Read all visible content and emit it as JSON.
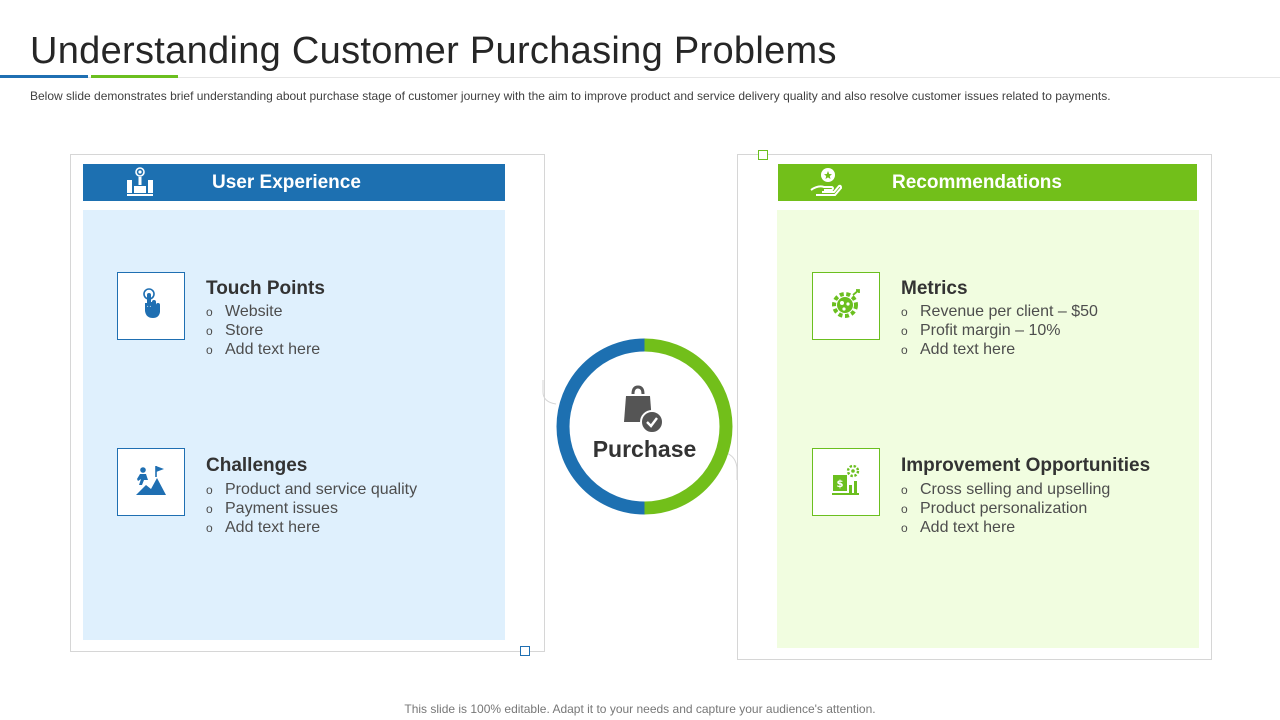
{
  "title": "Understanding Customer Purchasing Problems",
  "subtitle": "Below slide demonstrates brief understanding  about purchase  stage of customer journey with the aim to improve  product and service delivery  quality and also resolve  customer issues related to payments.",
  "left_section": {
    "header": "User Experience",
    "items": [
      {
        "title": "Touch Points",
        "icon": "touch-icon",
        "bullets": [
          "Website",
          "Store",
          "Add text here"
        ]
      },
      {
        "title": "Challenges",
        "icon": "climber-flag-icon",
        "bullets": [
          "Product and service quality",
          "Payment issues",
          "Add text here"
        ]
      }
    ]
  },
  "right_section": {
    "header": "Recommendations",
    "items": [
      {
        "title": "Metrics",
        "icon": "gear-target-icon",
        "bullets": [
          "Revenue per client – $50",
          "Profit margin – 10%",
          "Add text here"
        ]
      },
      {
        "title": "Improvement Opportunities",
        "icon": "growth-gear-icon",
        "bullets": [
          "Cross selling and upselling",
          "Product personalization",
          "Add text here"
        ]
      }
    ]
  },
  "center": {
    "label": "Purchase",
    "icon": "shopping-bag-check-icon"
  },
  "footer": "This slide is 100% editable. Adapt it to your needs and capture your audience's attention.",
  "colors": {
    "blue": "#1d70b1",
    "green": "#72bf1a",
    "light_blue": "#dff0fd",
    "light_green": "#f1fde0"
  }
}
